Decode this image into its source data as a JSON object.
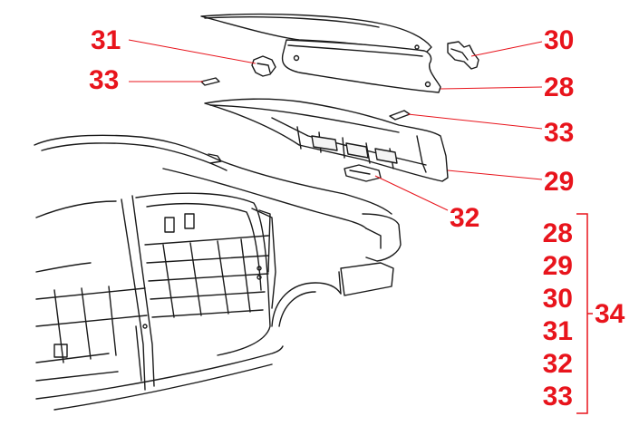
{
  "callouts": {
    "c31": "31",
    "c33_left": "33",
    "c30": "30",
    "c28": "28",
    "c33_right": "33",
    "c29": "29",
    "c32": "32"
  },
  "group": {
    "items": [
      "28",
      "29",
      "30",
      "31",
      "32",
      "33"
    ],
    "total": "34"
  },
  "colors": {
    "callout": "#e8141c",
    "line": "#1a1a1a",
    "leader": "#e8141c"
  }
}
